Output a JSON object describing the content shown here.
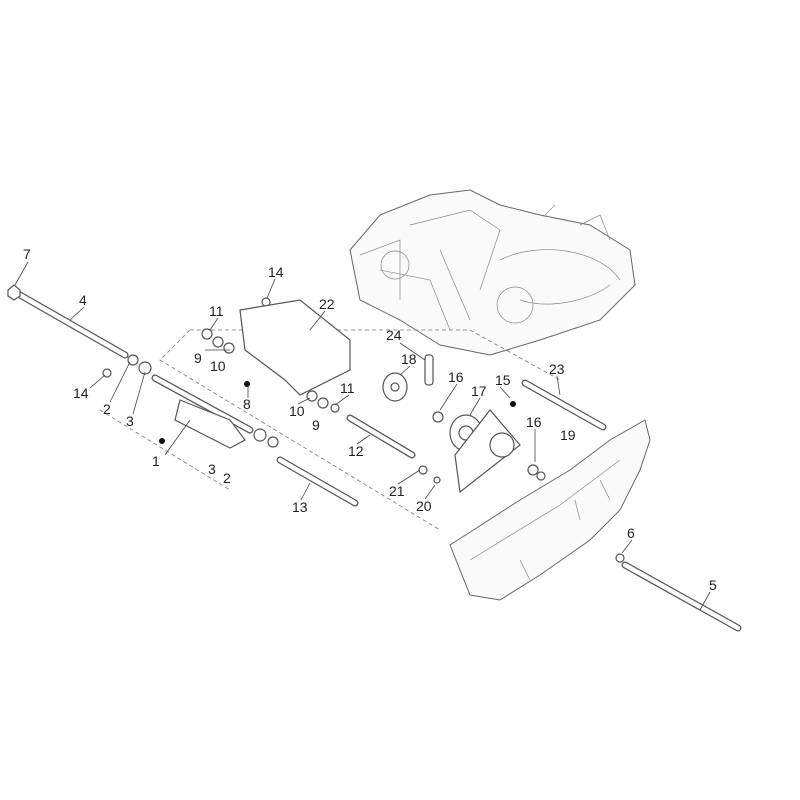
{
  "diagram": {
    "labels": [
      "7",
      "4",
      "14",
      "2",
      "3",
      "1",
      "3",
      "2",
      "13",
      "14",
      "11",
      "22",
      "9",
      "10",
      "8",
      "10",
      "9",
      "11",
      "12",
      "24",
      "18",
      "16",
      "15",
      "17",
      "23",
      "16",
      "19",
      "21",
      "20",
      "6",
      "5"
    ]
  }
}
